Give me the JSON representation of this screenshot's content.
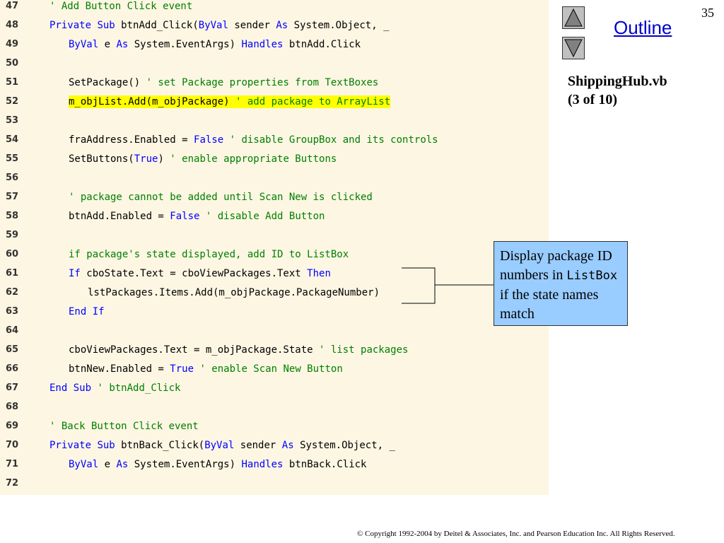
{
  "page_number": "35",
  "nav": {
    "up_label": "Previous",
    "down_label": "Next",
    "outline_label": "Outline"
  },
  "file": {
    "title": "ShippingHub.vb",
    "part": "(3 of 10)"
  },
  "callout": {
    "text_before": "Display package ID numbers in ",
    "code": "ListBox",
    "text_after": " if the state names match"
  },
  "copyright": "© Copyright 1992-2004 by Deitel & Associates, Inc. and Pearson Education Inc. All Rights Reserved.",
  "code_lines": [
    {
      "num": "47",
      "indent": 0,
      "tokens": [
        {
          "t": "' Add Button Click event",
          "c": "comment"
        }
      ]
    },
    {
      "num": "48",
      "indent": 0,
      "tokens": [
        {
          "t": "Private",
          "c": "keyword"
        },
        {
          "t": " ",
          "c": "plain"
        },
        {
          "t": "Sub",
          "c": "keyword"
        },
        {
          "t": " btnAdd_Click(",
          "c": "plain"
        },
        {
          "t": "ByVal",
          "c": "keyword"
        },
        {
          "t": " sender ",
          "c": "plain"
        },
        {
          "t": "As",
          "c": "keyword"
        },
        {
          "t": " System.Object, _",
          "c": "plain"
        }
      ]
    },
    {
      "num": "49",
      "indent": 1,
      "tokens": [
        {
          "t": "ByVal",
          "c": "keyword"
        },
        {
          "t": " e ",
          "c": "plain"
        },
        {
          "t": "As",
          "c": "keyword"
        },
        {
          "t": " System.EventArgs) ",
          "c": "plain"
        },
        {
          "t": "Handles",
          "c": "keyword"
        },
        {
          "t": " btnAdd.Click",
          "c": "plain"
        }
      ]
    },
    {
      "num": "50",
      "indent": 0,
      "tokens": []
    },
    {
      "num": "51",
      "indent": 1,
      "tokens": [
        {
          "t": "SetPackage() ",
          "c": "plain"
        },
        {
          "t": "' set Package properties from TextBoxes",
          "c": "comment"
        }
      ]
    },
    {
      "num": "52",
      "indent": 1,
      "highlight": true,
      "tokens": [
        {
          "t": "m_objList.Add(m_objPackage) ",
          "c": "plain"
        },
        {
          "t": "' add package to ArrayList",
          "c": "comment"
        }
      ]
    },
    {
      "num": "53",
      "indent": 0,
      "tokens": []
    },
    {
      "num": "54",
      "indent": 1,
      "tokens": [
        {
          "t": "fraAddress.Enabled = ",
          "c": "plain"
        },
        {
          "t": "False",
          "c": "keyword"
        },
        {
          "t": " ",
          "c": "plain"
        },
        {
          "t": "' disable GroupBox and its controls",
          "c": "comment"
        }
      ]
    },
    {
      "num": "55",
      "indent": 1,
      "tokens": [
        {
          "t": "SetButtons(",
          "c": "plain"
        },
        {
          "t": "True",
          "c": "keyword"
        },
        {
          "t": ") ",
          "c": "plain"
        },
        {
          "t": "' enable appropriate Buttons",
          "c": "comment"
        }
      ]
    },
    {
      "num": "56",
      "indent": 0,
      "tokens": []
    },
    {
      "num": "57",
      "indent": 1,
      "tokens": [
        {
          "t": "' package cannot be added until Scan New is clicked",
          "c": "comment"
        }
      ]
    },
    {
      "num": "58",
      "indent": 1,
      "tokens": [
        {
          "t": "btnAdd.Enabled = ",
          "c": "plain"
        },
        {
          "t": "False",
          "c": "keyword"
        },
        {
          "t": " ",
          "c": "plain"
        },
        {
          "t": "' disable Add Button",
          "c": "comment"
        }
      ]
    },
    {
      "num": "59",
      "indent": 0,
      "tokens": []
    },
    {
      "num": "60",
      "indent": 1,
      "tokens": [
        {
          "t": "if package's state displayed, add ID to ListBox",
          "c": "comment"
        }
      ]
    },
    {
      "num": "61",
      "indent": 1,
      "tokens": [
        {
          "t": "If",
          "c": "keyword"
        },
        {
          "t": " cboState.Text = cboViewPackages.Text ",
          "c": "plain"
        },
        {
          "t": "Then",
          "c": "keyword"
        }
      ]
    },
    {
      "num": "62",
      "indent": 2,
      "tokens": [
        {
          "t": "lstPackages.Items.Add(m_objPackage.PackageNumber)",
          "c": "plain"
        }
      ]
    },
    {
      "num": "63",
      "indent": 1,
      "tokens": [
        {
          "t": "End",
          "c": "keyword"
        },
        {
          "t": " ",
          "c": "plain"
        },
        {
          "t": "If",
          "c": "keyword"
        }
      ]
    },
    {
      "num": "64",
      "indent": 0,
      "tokens": []
    },
    {
      "num": "65",
      "indent": 1,
      "tokens": [
        {
          "t": "cboViewPackages.Text = m_objPackage.State ",
          "c": "plain"
        },
        {
          "t": "' list packages",
          "c": "comment"
        }
      ]
    },
    {
      "num": "66",
      "indent": 1,
      "tokens": [
        {
          "t": "btnNew.Enabled = ",
          "c": "plain"
        },
        {
          "t": "True",
          "c": "keyword"
        },
        {
          "t": " ",
          "c": "plain"
        },
        {
          "t": "' enable Scan New Button",
          "c": "comment"
        }
      ]
    },
    {
      "num": "67",
      "indent": 0,
      "tokens": [
        {
          "t": "End",
          "c": "keyword"
        },
        {
          "t": " ",
          "c": "plain"
        },
        {
          "t": "Sub",
          "c": "keyword"
        },
        {
          "t": " ",
          "c": "plain"
        },
        {
          "t": "' btnAdd_Click",
          "c": "comment"
        }
      ]
    },
    {
      "num": "68",
      "indent": 0,
      "tokens": []
    },
    {
      "num": "69",
      "indent": 0,
      "tokens": [
        {
          "t": "' Back Button Click event",
          "c": "comment"
        }
      ]
    },
    {
      "num": "70",
      "indent": 0,
      "tokens": [
        {
          "t": "Private",
          "c": "keyword"
        },
        {
          "t": " ",
          "c": "plain"
        },
        {
          "t": "Sub",
          "c": "keyword"
        },
        {
          "t": " btnBack_Click(",
          "c": "plain"
        },
        {
          "t": "ByVal",
          "c": "keyword"
        },
        {
          "t": " sender ",
          "c": "plain"
        },
        {
          "t": "As",
          "c": "keyword"
        },
        {
          "t": " System.Object, _",
          "c": "plain"
        }
      ]
    },
    {
      "num": "71",
      "indent": 1,
      "tokens": [
        {
          "t": "ByVal",
          "c": "keyword"
        },
        {
          "t": " e ",
          "c": "plain"
        },
        {
          "t": "As",
          "c": "keyword"
        },
        {
          "t": " System.EventArgs) ",
          "c": "plain"
        },
        {
          "t": "Handles",
          "c": "keyword"
        },
        {
          "t": " btnBack.Click",
          "c": "plain"
        }
      ]
    },
    {
      "num": "72",
      "indent": 0,
      "tokens": []
    }
  ]
}
